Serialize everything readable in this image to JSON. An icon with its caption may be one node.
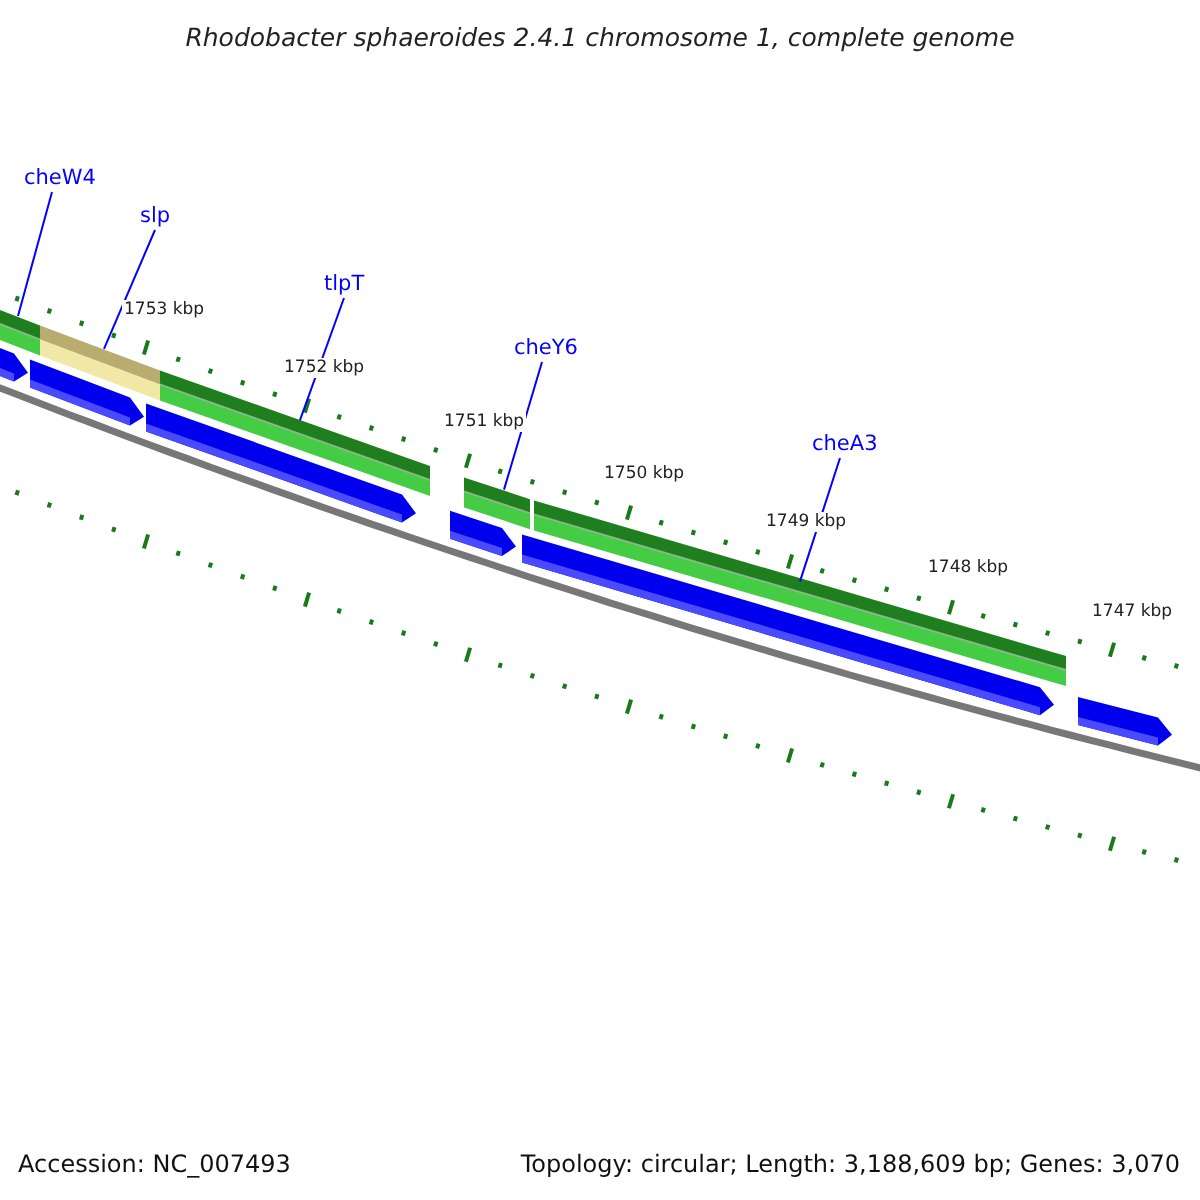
{
  "diagram": {
    "title": "Rhodobacter sphaeroides 2.4.1 chromosome 1, complete genome",
    "nodes": [
      {
        "text": [
          "cheW4"
        ]
      },
      {
        "text": [
          "slp"
        ]
      },
      {
        "text": [
          "tlpT"
        ]
      },
      {
        "text": [
          "cheY6"
        ]
      },
      {
        "text": [
          "cheA3"
        ]
      },
      {
        "text": [],
        "shape": "bar"
      },
      {
        "text": [],
        "shape": "bar"
      },
      {
        "text": [],
        "shape": "bar"
      },
      {
        "text": [],
        "shape": "bar"
      },
      {
        "text": [],
        "shape": "bar"
      }
    ],
    "edges": [
      {
        "from": 0,
        "to": 5,
        "arrow": "none"
      },
      {
        "from": 1,
        "to": 6,
        "arrow": "none"
      },
      {
        "from": 2,
        "to": 7,
        "arrow": "none"
      },
      {
        "from": 3,
        "to": 8,
        "arrow": "none"
      },
      {
        "from": 4,
        "to": 9,
        "arrow": "none"
      }
    ],
    "labels": [
      "1753 kbp",
      "1752 kbp",
      "1751 kbp",
      "1750 kbp",
      "1749 kbp",
      "1748 kbp",
      "1747 kbp",
      "Accession: NC_007493",
      "Topology: circular; Length: 3,188,609 bp; Genes: 3,070"
    ]
  }
}
